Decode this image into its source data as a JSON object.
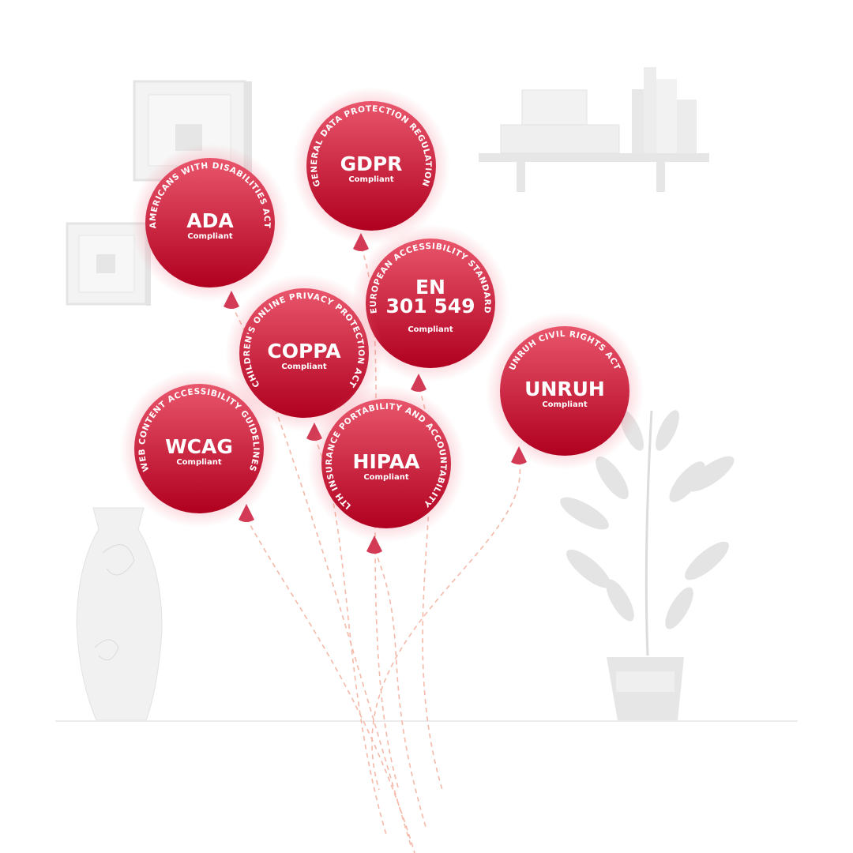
{
  "colors": {
    "balloon_top": "#e9566c",
    "balloon_bottom": "#b0001f",
    "string": "#f4b9a8",
    "furniture": "#ececec"
  },
  "balloons": [
    {
      "title_lines": [
        "ADA"
      ],
      "subtitle": "Compliant",
      "arc_text": "AMERICANS WITH DISABILITIES ACT"
    },
    {
      "title_lines": [
        "GDPR"
      ],
      "subtitle": "Compliant",
      "arc_text": "GENERAL DATA PROTECTION REGULATION"
    },
    {
      "title_lines": [
        "EN",
        "301 549"
      ],
      "subtitle": "Compliant",
      "arc_text": "EUROPEAN ACCESSIBILITY STANDARD"
    },
    {
      "title_lines": [
        "COPPA"
      ],
      "subtitle": "Compliant",
      "arc_text": "CHILDREN'S ONLINE PRIVACY PROTECTION ACT"
    },
    {
      "title_lines": [
        "UNRUH"
      ],
      "subtitle": "Compliant",
      "arc_text": "UNRUH CIVIL RIGHTS ACT"
    },
    {
      "title_lines": [
        "WCAG"
      ],
      "subtitle": "Compliant",
      "arc_text": "WEB CONTENT ACCESSIBILITY GUIDELINES"
    },
    {
      "title_lines": [
        "HIPAA"
      ],
      "subtitle": "Compliant",
      "arc_text": "HEALTH INSURANCE PORTABILITY AND ACCOUNTABILITY ACT"
    }
  ]
}
